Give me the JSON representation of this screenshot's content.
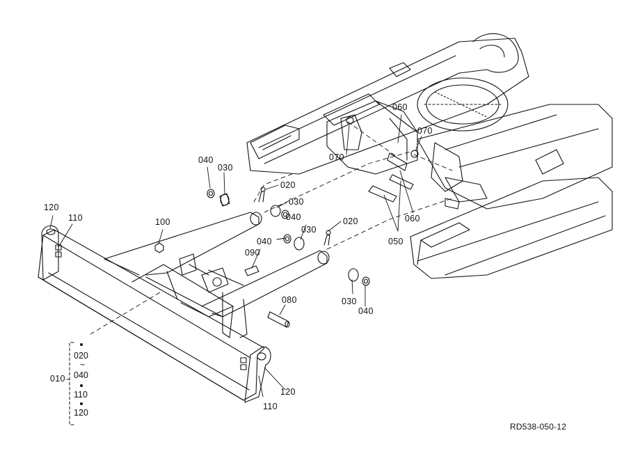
{
  "diagram": {
    "reference_code": "RD538-050-12",
    "callouts": [
      {
        "id": "c040a",
        "text": "040"
      },
      {
        "id": "c030a",
        "text": "030"
      },
      {
        "id": "c020a",
        "text": "020"
      },
      {
        "id": "c030b",
        "text": "030"
      },
      {
        "id": "c040b",
        "text": "040"
      },
      {
        "id": "c030c",
        "text": "030"
      },
      {
        "id": "c020b",
        "text": "020"
      },
      {
        "id": "c040c",
        "text": "040"
      },
      {
        "id": "c090",
        "text": "090"
      },
      {
        "id": "c100",
        "text": "100"
      },
      {
        "id": "c120a",
        "text": "120"
      },
      {
        "id": "c110a",
        "text": "110"
      },
      {
        "id": "c080",
        "text": "080"
      },
      {
        "id": "c030d",
        "text": "030"
      },
      {
        "id": "c040d",
        "text": "040"
      },
      {
        "id": "c060a",
        "text": "060"
      },
      {
        "id": "c070a",
        "text": "070"
      },
      {
        "id": "c070b",
        "text": "070"
      },
      {
        "id": "c050",
        "text": "050"
      },
      {
        "id": "c060b",
        "text": "060"
      },
      {
        "id": "c120b",
        "text": "120"
      },
      {
        "id": "c110b",
        "text": "110"
      }
    ],
    "assembly_label": "010",
    "assembly_kit": [
      "020",
      "~",
      "040",
      "110",
      "120"
    ]
  }
}
